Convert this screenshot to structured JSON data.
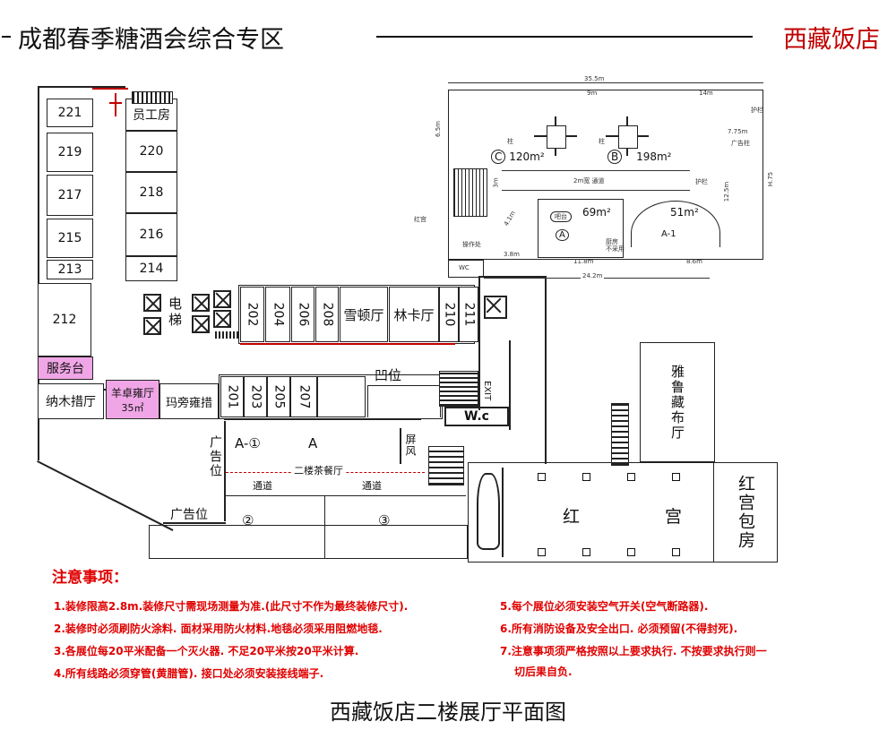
{
  "header": {
    "title": "成都春季糖酒会综合专区",
    "hotel": "西藏饭店"
  },
  "plan": {
    "rooms_left": [
      "221",
      "219",
      "217",
      "215",
      "213",
      "212"
    ],
    "rooms_mid": [
      "员工房",
      "220",
      "218",
      "216",
      "214"
    ],
    "elevator": "电梯",
    "rooms_upper_row": [
      "202",
      "204",
      "206",
      "208"
    ],
    "hall_xuedun": "雪顿厅",
    "hall_linka": "林卡厅",
    "rooms_right_upper": [
      "210",
      "211"
    ],
    "service_desk": "服务台",
    "hall_namu": "纳木措厅",
    "hall_yangzhuo": "羊卓雍厅",
    "hall_yangzhuo_area": "35㎡",
    "hall_mapang": "玛旁雍措",
    "rooms_lower_row": [
      "201",
      "203",
      "205",
      "207"
    ],
    "recess": "凹位",
    "exit": "EXIT",
    "wc": "W.c",
    "zone_a1": "A-①",
    "zone_a": "A",
    "screen": "屏风",
    "ad_spot_v": "广告位",
    "ad_spot_h": "广告位",
    "tea_room": "二楼茶餐厅",
    "aisle_1": "通道",
    "aisle_2": "通道",
    "zone_2": "②",
    "zone_3": "③",
    "hall_yaqu": "雅鲁藏布厅",
    "red_palace": "红　宫",
    "red_palace_room": "红宫包房"
  },
  "inset": {
    "dim_total": "35.5m",
    "dim_9m": "9m",
    "dim_14m": "14m",
    "dim_775": "7.75m",
    "dim_65": "6.5m",
    "dim_125": "12.5m",
    "dim_h": "H.75",
    "dim_3": "3m",
    "dim_41": "4.1m",
    "dim_38": "3.8m",
    "dim_118": "11.8m",
    "dim_86": "8.6m",
    "dim_242": "24.2m",
    "zone_c": "C",
    "zone_c_area": "120m²",
    "zone_b": "B",
    "zone_b_area": "198m²",
    "zone_a": "A",
    "zone_a_area": "69m²",
    "zone_a1": "A-1",
    "zone_a1_area": "51m²",
    "aisle": "2m宽 通道",
    "pillar": "柱",
    "guard": "护栏",
    "hongguan": "红宫",
    "operation": "操作处",
    "kitchen": "厨房\n不采用",
    "ad_pillar": "广告柱",
    "bar": "吧台",
    "wc": "WC"
  },
  "notes": {
    "title": "注意事项：",
    "items": [
      "1.装修限高2.8m.装修尺寸需现场测量为准.(此尺寸不作为最终装修尺寸).",
      "2.装修时必须刷防火涂料. 面材采用防火材料.地毯必须采用阻燃地毯.",
      "3.各展位每20平米配备一个灭火器. 不足20平米按20平米计算.",
      "4.所有线路必须穿管(黄腊管). 接口处必须安装接线端子.",
      "5.每个展位必须安装空气开关(空气断路器).",
      "6.所有消防设备及安全出口. 必须预留(不得封死).",
      "7.注意事项须严格按照以上要求执行. 不按要求执行则一",
      "切后果自负."
    ]
  },
  "footer": {
    "title": "西藏饭店二楼展厅平面图"
  }
}
